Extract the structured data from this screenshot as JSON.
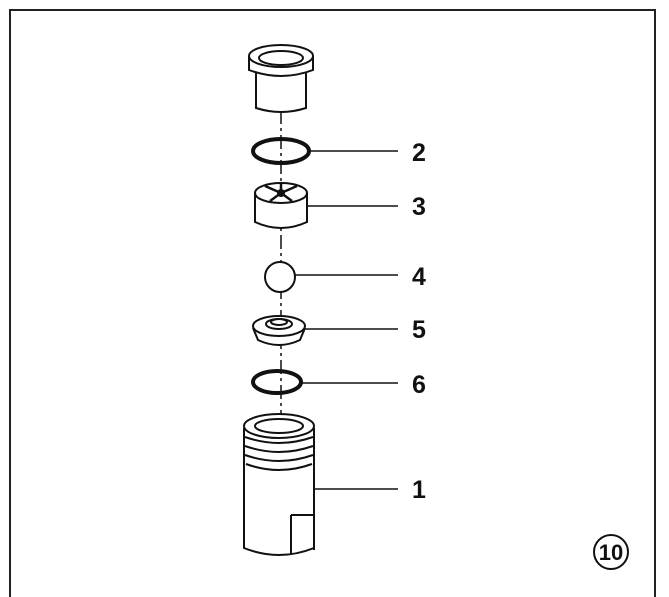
{
  "diagram": {
    "callouts": [
      {
        "id": "oring-upper",
        "label": "2"
      },
      {
        "id": "ball-cage",
        "label": "3"
      },
      {
        "id": "ball",
        "label": "4"
      },
      {
        "id": "valve-seat",
        "label": "5"
      },
      {
        "id": "oring-lower",
        "label": "6"
      },
      {
        "id": "housing",
        "label": "1"
      }
    ],
    "figure_number": "10"
  },
  "colors": {
    "line": "#111111",
    "background": "#ffffff",
    "frame": "#222222"
  }
}
